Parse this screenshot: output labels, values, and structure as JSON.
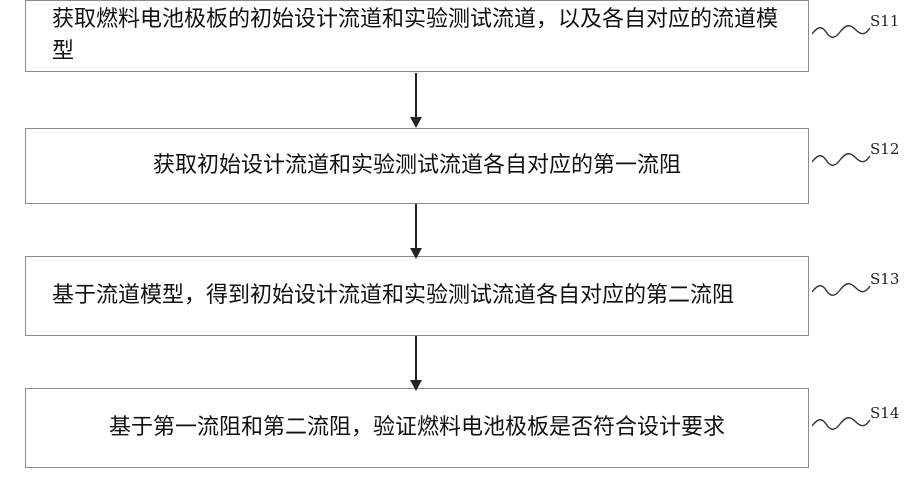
{
  "steps": [
    {
      "id": "S11",
      "text": "获取燃料电池极板的初始设计流道和实验测试流道，以及各自对应的流道模型"
    },
    {
      "id": "S12",
      "text": "获取初始设计流道和实验测试流道各自对应的第一流阻"
    },
    {
      "id": "S13",
      "text": "基于流道模型，得到初始设计流道和实验测试流道各自对应的第二流阻"
    },
    {
      "id": "S14",
      "text": "基于第一流阻和第二流阻，验证燃料电池极板是否符合设计要求"
    }
  ]
}
